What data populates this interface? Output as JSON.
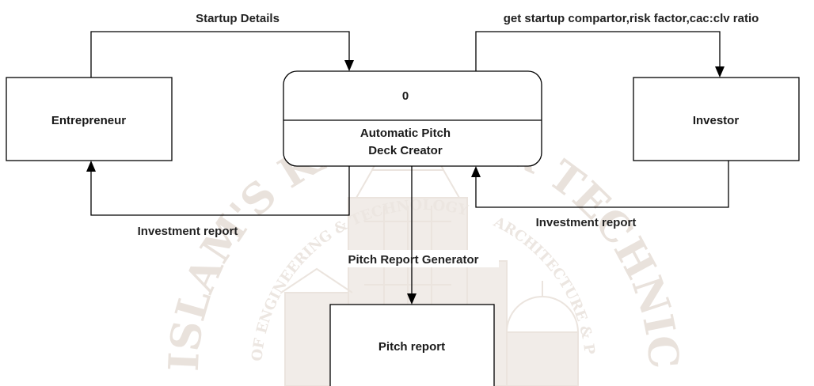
{
  "watermark": {
    "main_text": "ISLAM'S KALSEKAR TECHNICAL CAMPUS",
    "left_arc_text": "ISLAM'S KALSEKAR",
    "right_arc_text": "TECHNICAL CAMPUS",
    "inner_left_text": "OF ENGINEERING & TECHNOLOGY",
    "inner_right_text": "ARCHITECTURE & P"
  },
  "diagram": {
    "external_entities": {
      "entrepreneur": "Entrepreneur",
      "investor": "Investor"
    },
    "process": {
      "number": "0",
      "name_line1": "Automatic Pitch",
      "name_line2": "Deck Creator"
    },
    "output": {
      "label": "Pitch report"
    },
    "flows": {
      "startup_details": "Startup Details",
      "get_startup": "get startup compartor,risk factor,cac:clv ratio",
      "investment_report_left": "Investment report",
      "investment_report_right": "Investment report",
      "pitch_report_generator": "Pitch Report Generator"
    }
  }
}
